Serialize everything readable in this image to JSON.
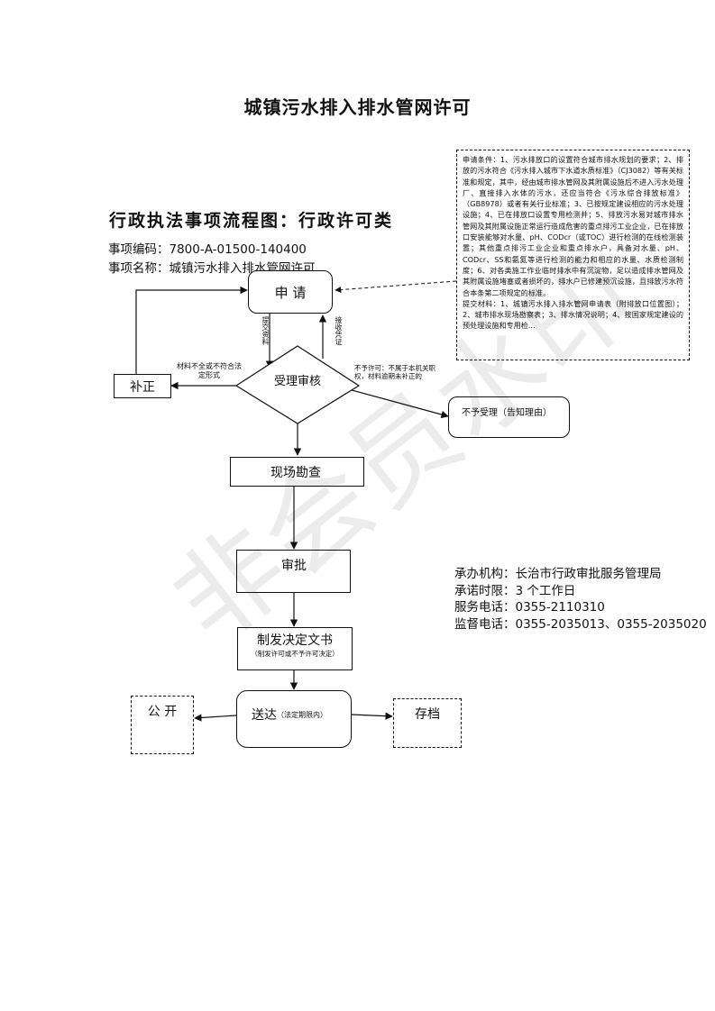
{
  "page_title": "城镇污水排入排水管网许可",
  "flow_heading": "行政执法事项流程图：行政许可类",
  "meta": {
    "code_line": "事项编码：7800-A-01500-140400",
    "name_line": "事项名称：城镇污水排入排水管网许可"
  },
  "notes": {
    "conditions": "申请条件：1、污水排放口的设置符合城市排水规划的要求；2、排放的污水符合《污水排入城市下水道水质标准》（CJ3082）等有关标准和规定，其中，经由城市排水管网及其附属设施后不进入污水处理厂、直接排入水体的污水，还应当符合《污水综合排放标准》（GB8978）或者有关行业标准；3、已按规定建设相应的污水处理设施；4、已在排放口设置专用检测井；5、排放污水易对城市排水管网及其附属设施正常运行造成危害的重点排污工业企业，已在排放口安装能够对水量、pH、CODcr（或TOC）进行检测的在线检测装置；其他重点排污工业企业和重点排水户，具备对水量、pH、CODcr、SS和氨氮等进行检测的能力和相应的水量、水质检测制度；6、对各类施工作业临时排水中有沉淀物，足以造成排水管网及其附属设施堵塞或者损坏的，排水户已修建预沉设施，且排放污水符合本条第二项规定的标准。",
    "materials": "提交材料：1、城镇污水排入排水管网申请表（附排放口位置图）；2、城市排水现场勘察表；3、排水情况说明；4、按国家规定建设的预处理设施和专用检..."
  },
  "nodes": {
    "apply": "申 请",
    "supplement": "补正",
    "review": "受理审核",
    "reject": "不予受理（告知理由）",
    "inspect": "现场勘查",
    "approve": "审批",
    "decide": "制发决定文书",
    "decide_note": "（制发许可或不予许可决定）",
    "deliver": "送达",
    "deliver_note": "（法定期限内）",
    "publish": "公 开",
    "archive": "存档"
  },
  "edge_labels": {
    "submit": "提交资料",
    "receive": "接收凭证",
    "incomplete": "材料不全或不符合法定形式",
    "not_accept": "不予许可：不属于本机关职权，材料逾期未补正的"
  },
  "agency": {
    "org": "承办机构：长治市行政审批服务管理局",
    "time_limit": "承诺时限：3 个工作日",
    "service_phone": "服务电话：0355-2110310",
    "supervise_phone": "监督电话：0355-2035013、0355-2035020"
  },
  "watermark": "非会员水印"
}
